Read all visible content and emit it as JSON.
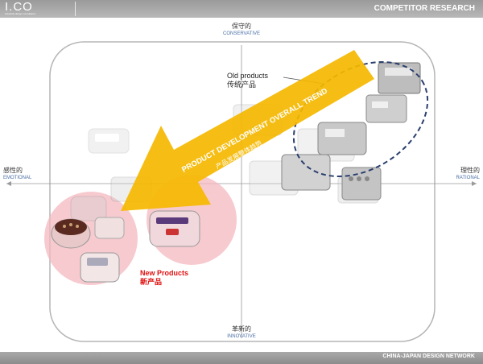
{
  "header": {
    "logo": "I.CO",
    "logo_sub": "industrial design consultancy",
    "title": "COMPETITOR RESEARCH"
  },
  "axes": {
    "top": {
      "cn": "保守的",
      "en": "CONSERVATIVE"
    },
    "bottom": {
      "cn": "革新的",
      "en": "INNOVATIVE"
    },
    "left": {
      "cn": "感性的",
      "en": "EMOTIONAL"
    },
    "right": {
      "cn": "理性的",
      "en": "RATIONAL"
    }
  },
  "labels": {
    "old_en": "Old products",
    "old_cn": "传统产品",
    "new_en": "New Products",
    "new_cn": "新产品",
    "trend_en": "PRODUCT DEVELOPMENT OVERALL TREND",
    "trend_cn": "产品发展整体趋势"
  },
  "footer": {
    "text": "CHINA-JAPAN DESIGN NETWORK"
  },
  "colors": {
    "arrow": "#f5b800",
    "new_zone": "#f4b8bf",
    "new_text": "#e01010",
    "ellipse": "#2a3f6e"
  }
}
